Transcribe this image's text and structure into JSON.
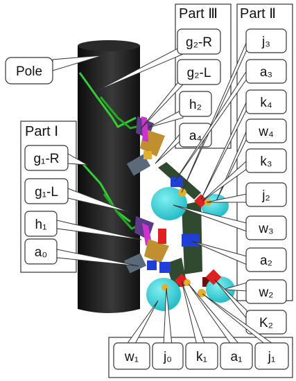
{
  "labels": {
    "pole": "Pole",
    "part1": "Part Ⅰ",
    "part2": "Part Ⅱ",
    "part3": "Part Ⅲ",
    "g2R": "g₂-R",
    "g2L": "g₂-L",
    "h2": "h₂",
    "a4": "a₄",
    "g1R": "g₁-R",
    "g1L": "g₁-L",
    "h1": "h₁",
    "a0": "a₀",
    "j3": "j₃",
    "a3": "a₃",
    "k4": "k₄",
    "w4": "w₄",
    "k3": "k₃",
    "j2": "j₂",
    "w3": "w₃",
    "a2": "a₂",
    "w2": "w₂",
    "K2": "K₂",
    "j1": "j₁",
    "a1": "a₁",
    "k1": "k₁",
    "j0": "j₀",
    "w1": "w₁"
  },
  "colors": {
    "pole": "#1a1a1a",
    "gripper": "#33cc33",
    "wheel": "#33d6d6",
    "link_dark": "#2f4a2f",
    "joint_blue": "#1f3fd6",
    "joint_red": "#e02020",
    "joint_yellow": "#e0b030",
    "magenta": "#cc33cc",
    "slate": "#5a6a78"
  }
}
